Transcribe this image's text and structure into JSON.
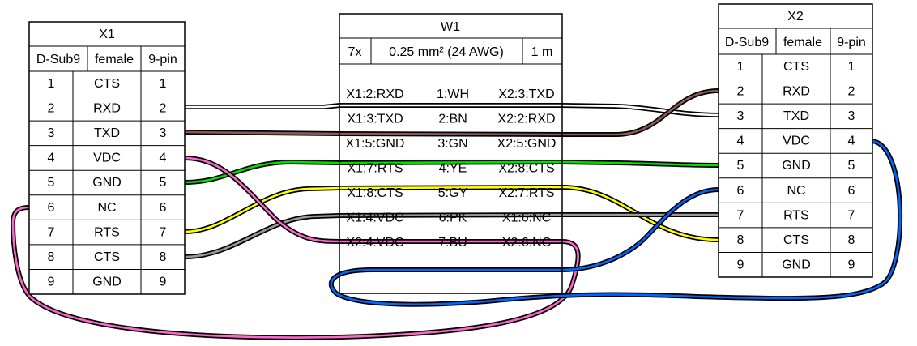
{
  "x1": {
    "title": "X1",
    "type": "D-Sub9",
    "gender": "female",
    "pincount": "9-pin",
    "pins": [
      {
        "num": "1",
        "label": "CTS",
        "num2": "1"
      },
      {
        "num": "2",
        "label": "RXD",
        "num2": "2"
      },
      {
        "num": "3",
        "label": "TXD",
        "num2": "3"
      },
      {
        "num": "4",
        "label": "VDC",
        "num2": "4"
      },
      {
        "num": "5",
        "label": "GND",
        "num2": "5"
      },
      {
        "num": "6",
        "label": "NC",
        "num2": "6"
      },
      {
        "num": "7",
        "label": "RTS",
        "num2": "7"
      },
      {
        "num": "8",
        "label": "CTS",
        "num2": "8"
      },
      {
        "num": "9",
        "label": "GND",
        "num2": "9"
      }
    ]
  },
  "w1": {
    "title": "W1",
    "count": "7x",
    "gauge": "0.25 mm² (24 AWG)",
    "length": "1 m",
    "wires": [
      {
        "left": "X1:2:RXD",
        "mid": "1:WH",
        "right": "X2:3:TXD"
      },
      {
        "left": "X1:3:TXD",
        "mid": "2:BN",
        "right": "X2:2:RXD"
      },
      {
        "left": "X1:5:GND",
        "mid": "3:GN",
        "right": "X2:5:GND"
      },
      {
        "left": "X1:7:RTS",
        "mid": "4:YE",
        "right": "X2:8:CTS"
      },
      {
        "left": "X1:8:CTS",
        "mid": "5:GY",
        "right": "X2:7:RTS"
      },
      {
        "left": "X1:4:VDC",
        "mid": "6:PK",
        "right": "X1:6:NC"
      },
      {
        "left": "X2:4:VDC",
        "mid": "7:BU",
        "right": "X2:6:NC"
      }
    ]
  },
  "x2": {
    "title": "X2",
    "type": "D-Sub9",
    "gender": "female",
    "pincount": "9-pin",
    "pins": [
      {
        "num": "1",
        "label": "CTS",
        "num2": "1"
      },
      {
        "num": "2",
        "label": "RXD",
        "num2": "2"
      },
      {
        "num": "3",
        "label": "TXD",
        "num2": "3"
      },
      {
        "num": "4",
        "label": "VDC",
        "num2": "4"
      },
      {
        "num": "5",
        "label": "GND",
        "num2": "5"
      },
      {
        "num": "6",
        "label": "NC",
        "num2": "6"
      },
      {
        "num": "7",
        "label": "RTS",
        "num2": "7"
      },
      {
        "num": "8",
        "label": "CTS",
        "num2": "8"
      },
      {
        "num": "9",
        "label": "GND",
        "num2": "9"
      }
    ]
  },
  "colors": {
    "WH": "#ffffff",
    "BN": "#895956",
    "GN": "#00dd00",
    "YE": "#ffff00",
    "GY": "#999999",
    "PK": "#ff66cc",
    "BU": "#0066ff"
  }
}
